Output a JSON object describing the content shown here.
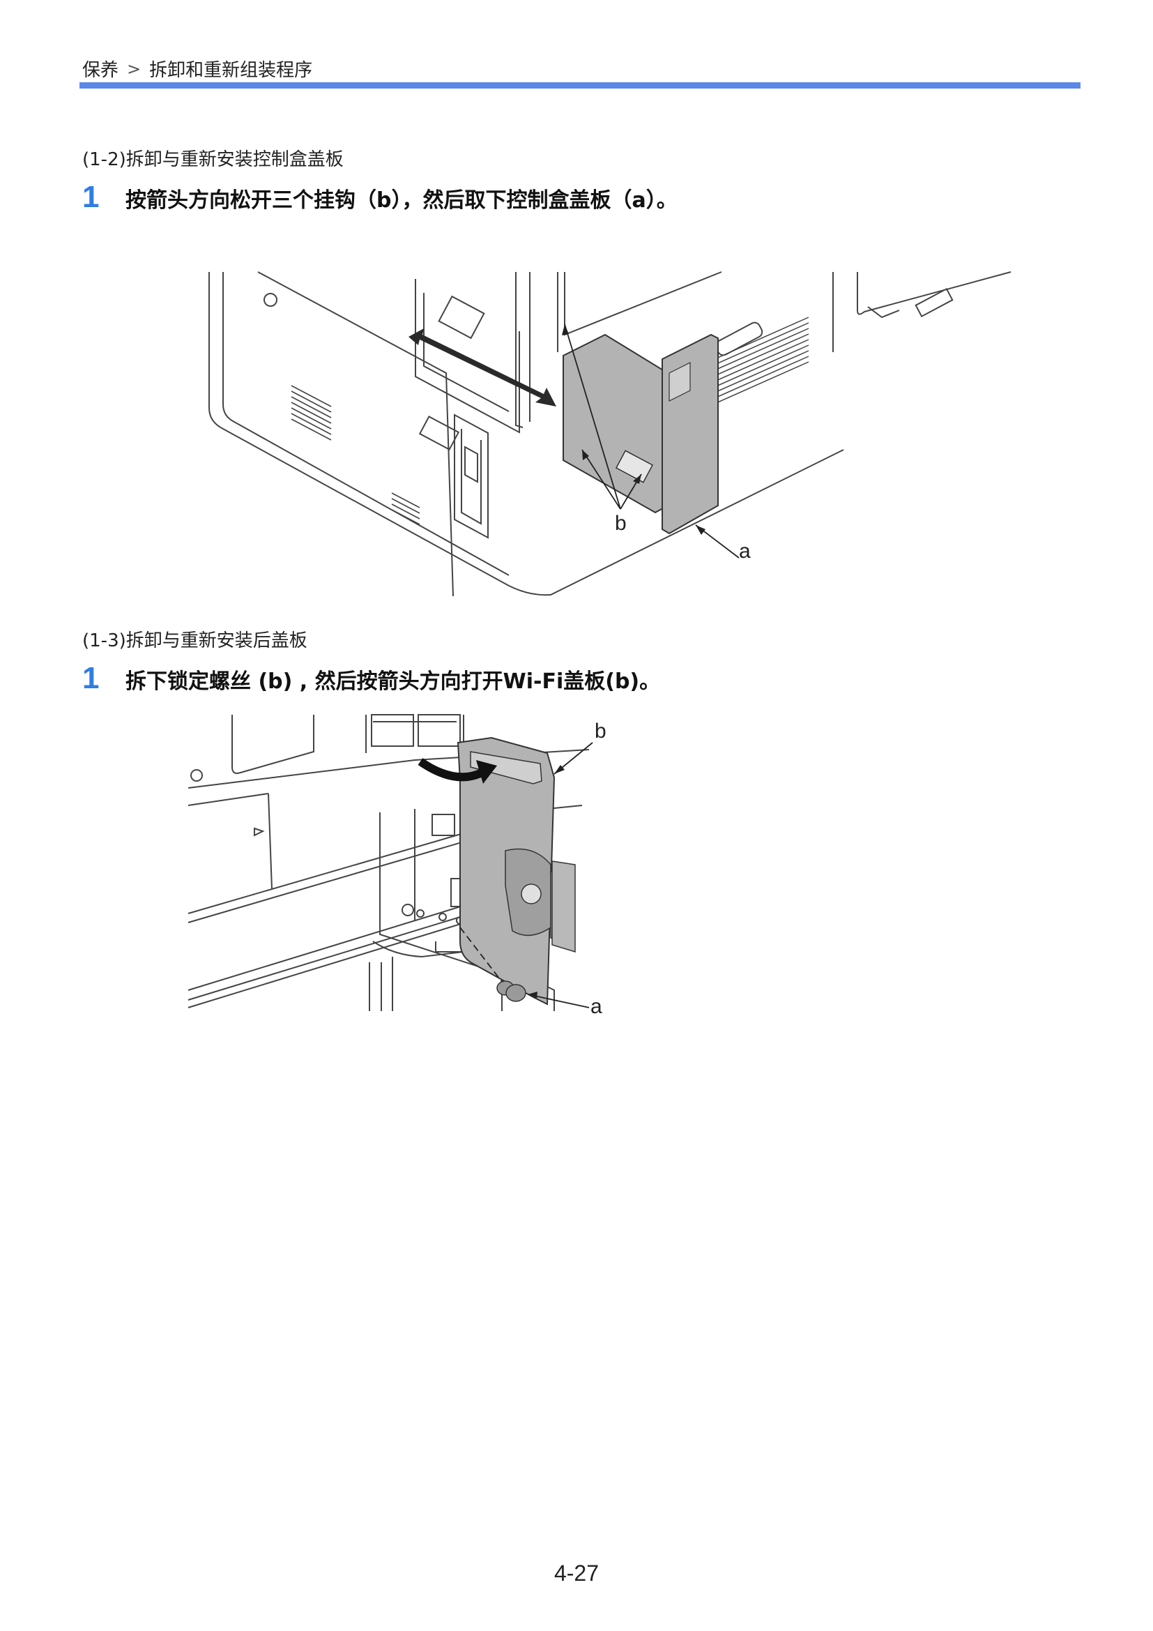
{
  "header": {
    "section": "保养",
    "separator": ">",
    "subsection": "拆卸和重新组装程序"
  },
  "sections": [
    {
      "title": "(1-2)拆卸与重新安装控制盒盖板",
      "step_number": "1",
      "step_text": "按箭头方向松开三个挂钩（b），然后取下控制盒盖板（a）。",
      "figure_labels": {
        "a": "a",
        "b": "b"
      }
    },
    {
      "title": "(1-3)拆卸与重新安装后盖板",
      "step_number": "1",
      "step_text": "拆下锁定螺丝 (b) , 然后按箭头方向打开Wi-Fi盖板(b)。",
      "figure_labels": {
        "a": "a",
        "b": "b"
      }
    }
  ],
  "footer": {
    "page_number": "4-27"
  },
  "colors": {
    "accent_rule": "#5b87e8",
    "step_number": "#2f7de3",
    "panel_gray": "#b3b3b3"
  }
}
